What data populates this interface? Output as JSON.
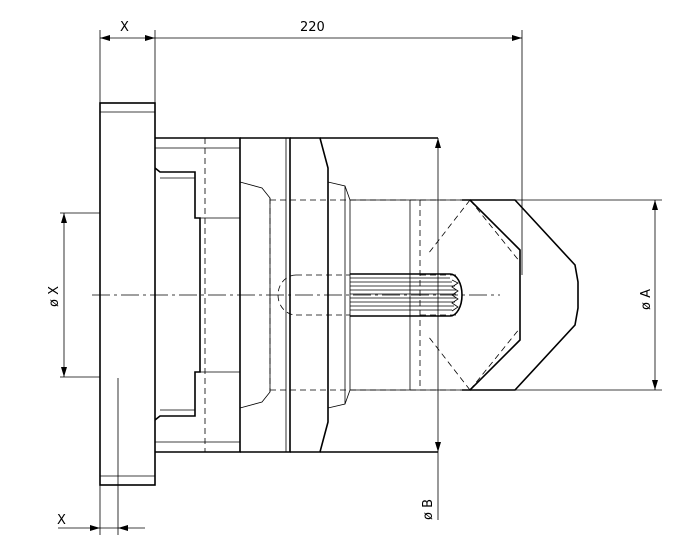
{
  "dimensions": {
    "top_flange_width": "X",
    "overall_length": "220",
    "flange_pilot_diameter": "ø X",
    "shaft_diameter": "ø A",
    "body_diameter": "ø B",
    "bottom_offset": "X"
  }
}
